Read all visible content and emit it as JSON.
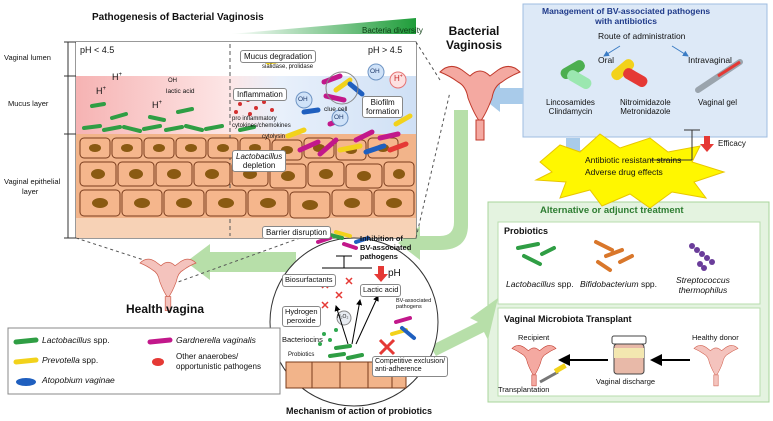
{
  "colors": {
    "lactobacillus": "#2f9e44",
    "gardnerella": "#c2188b",
    "prevotella": "#f2d21b",
    "atopobium": "#1f5fbf",
    "other": "#e53935",
    "bif": "#d9772b",
    "strep": "#6a3d9a",
    "mgmt_bg": "#dde9f7",
    "alt_bg": "#e4f3e0",
    "arrow_green": "#b7dfa9",
    "arrow_blue": "#a9cbea"
  },
  "pathogenesis": {
    "title": "Pathogenesis of Bacterial Vaginosis",
    "diversity": "Bacteria diversity",
    "layers": {
      "lumen": "Vaginal lumen",
      "mucus": "Mucus layer",
      "epi1": "Vaginal epithelial",
      "epi2": "layer"
    },
    "ph_low": "pH < 4.5",
    "ph_high": "pH > 4.5",
    "h": "H",
    "oh": "OH",
    "lactic": "lactic acid",
    "oh_group": "OH",
    "mucus_deg": "Mucus degradation",
    "mucus_enz": "sialidase, prolidase",
    "inflammation": "Inflammation",
    "pro_inf1": "pro inflammatory",
    "pro_inf2": "cytokines/chemokines",
    "clue": "clue cell",
    "biofilm1": "Biofilm",
    "biofilm2": "formation",
    "cytolysin": "cytolysin",
    "lacto_dep1": "Lactobacillus",
    "lacto_dep2": "depletion",
    "barrier": "Barrier disruption"
  },
  "bv_title1": "Bacterial",
  "bv_title2": "Vaginosis",
  "health": "Health vagina",
  "management": {
    "title1": "Management of BV-associated pathogens",
    "title2": "with antibiotics",
    "route": "Route of administration",
    "oral": "Oral",
    "intravaginal": "Intravaginal",
    "drug1a": "Lincosamides",
    "drug1b": "Clindamycin",
    "drug2a": "Nitroimidazole",
    "drug2b": "Metronidazole",
    "drug3": "Vaginal gel",
    "efficacy": "Efficacy",
    "resist1": "Antibiotic resistant strains",
    "resist2": "Adverse drug effects"
  },
  "alternative": {
    "title": "Alternative or adjunct treatment",
    "probiotics": "Probiotics",
    "lacto": "Lactobacillus",
    "lacto_spp": " spp.",
    "bifido": "Bifidobacterium",
    "bifido_spp": " spp.",
    "strep1": "Streptococcus",
    "strep2": "thermophilus",
    "vmt": "Vaginal Microbiota Transplant",
    "recipient": "Recipient",
    "donor": "Healthy donor",
    "transplant": "Transplantation",
    "discharge": "Vaginal discharge"
  },
  "mechanism": {
    "title": "Mechanism of action of probiotics",
    "inhibition1": "Inhibition of",
    "inhibition2": "BV-associated",
    "inhibition3": "pathogens",
    "ph": "pH",
    "biosurf": "Biosurfactants",
    "lactic": "Lactic acid",
    "h2o2a": "Hydrogen",
    "h2o2b": "peroxide",
    "h2o2": "H₂O₂",
    "bv_path1": "BV-associated",
    "bv_path2": "pathogens",
    "bacteriocins": "Bacteriocins",
    "probiotics": "Probiotics",
    "comp1": "Competitive exclusion/",
    "comp2": "anti-adherence"
  },
  "legend": {
    "lacto": "Lactobacillus",
    "lacto_spp": " spp.",
    "gard": "Gardnerella vaginalis",
    "prev": "Prevotella",
    "prev_spp": " spp.",
    "other1": "Other anaerobes/",
    "other2": "opportunistic pathogens",
    "atop": "Atopobium vaginae"
  }
}
